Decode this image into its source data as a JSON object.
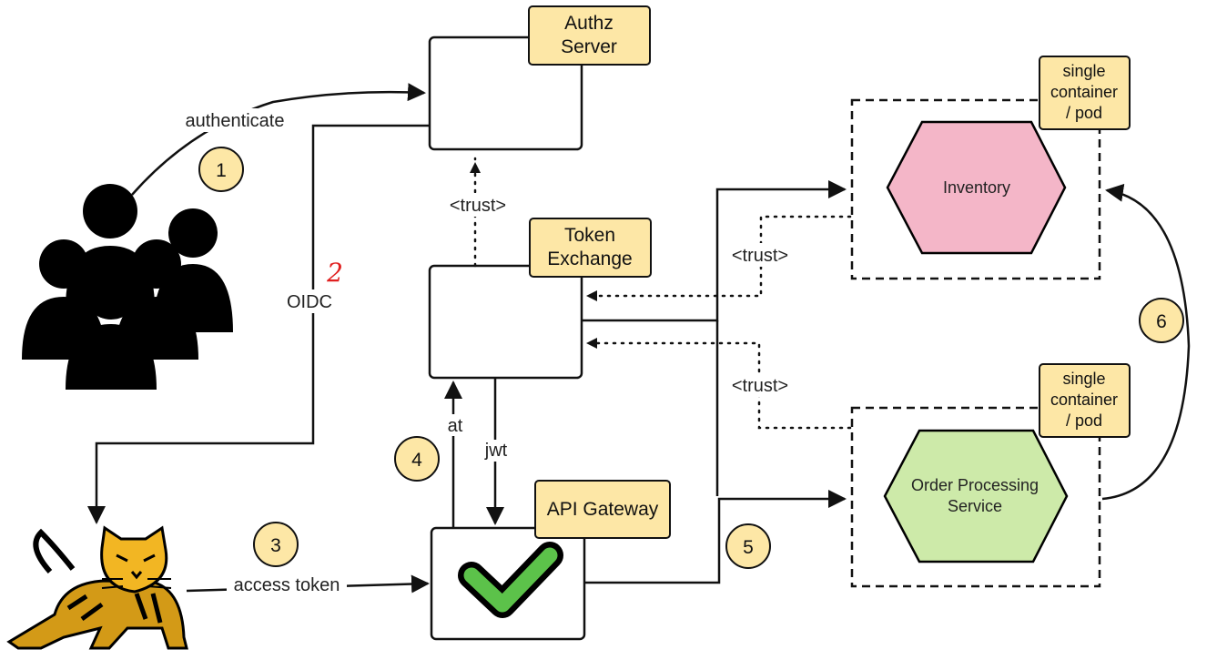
{
  "nodes": {
    "authz_server": {
      "label_lines": [
        "Authz",
        "Server"
      ]
    },
    "token_exchange": {
      "label_lines": [
        "Token",
        "Exchange"
      ]
    },
    "api_gateway": {
      "label": "API Gateway"
    },
    "inventory": {
      "label": "Inventory",
      "color": "#f4b6c8"
    },
    "order_processing": {
      "label_lines": [
        "Order Processing",
        "Service"
      ],
      "color": "#cdeaa9"
    },
    "container_top": {
      "label_lines": [
        "single",
        "container",
        "/ pod"
      ]
    },
    "container_bottom": {
      "label_lines": [
        "single",
        "container",
        "/ pod"
      ]
    }
  },
  "edges": {
    "authenticate": "authenticate",
    "oidc": "OIDC",
    "oidc_annotation": "2",
    "access_token": "access token",
    "at": "at",
    "jwt": "jwt",
    "trust_authz": "<trust>",
    "trust_inventory": "<trust>",
    "trust_order": "<trust>"
  },
  "steps": [
    "1",
    "3",
    "4",
    "5",
    "6"
  ],
  "colors": {
    "tag_fill": "#fde7a6",
    "check_fill": "#5cc24a",
    "annotation": "#e02020"
  }
}
